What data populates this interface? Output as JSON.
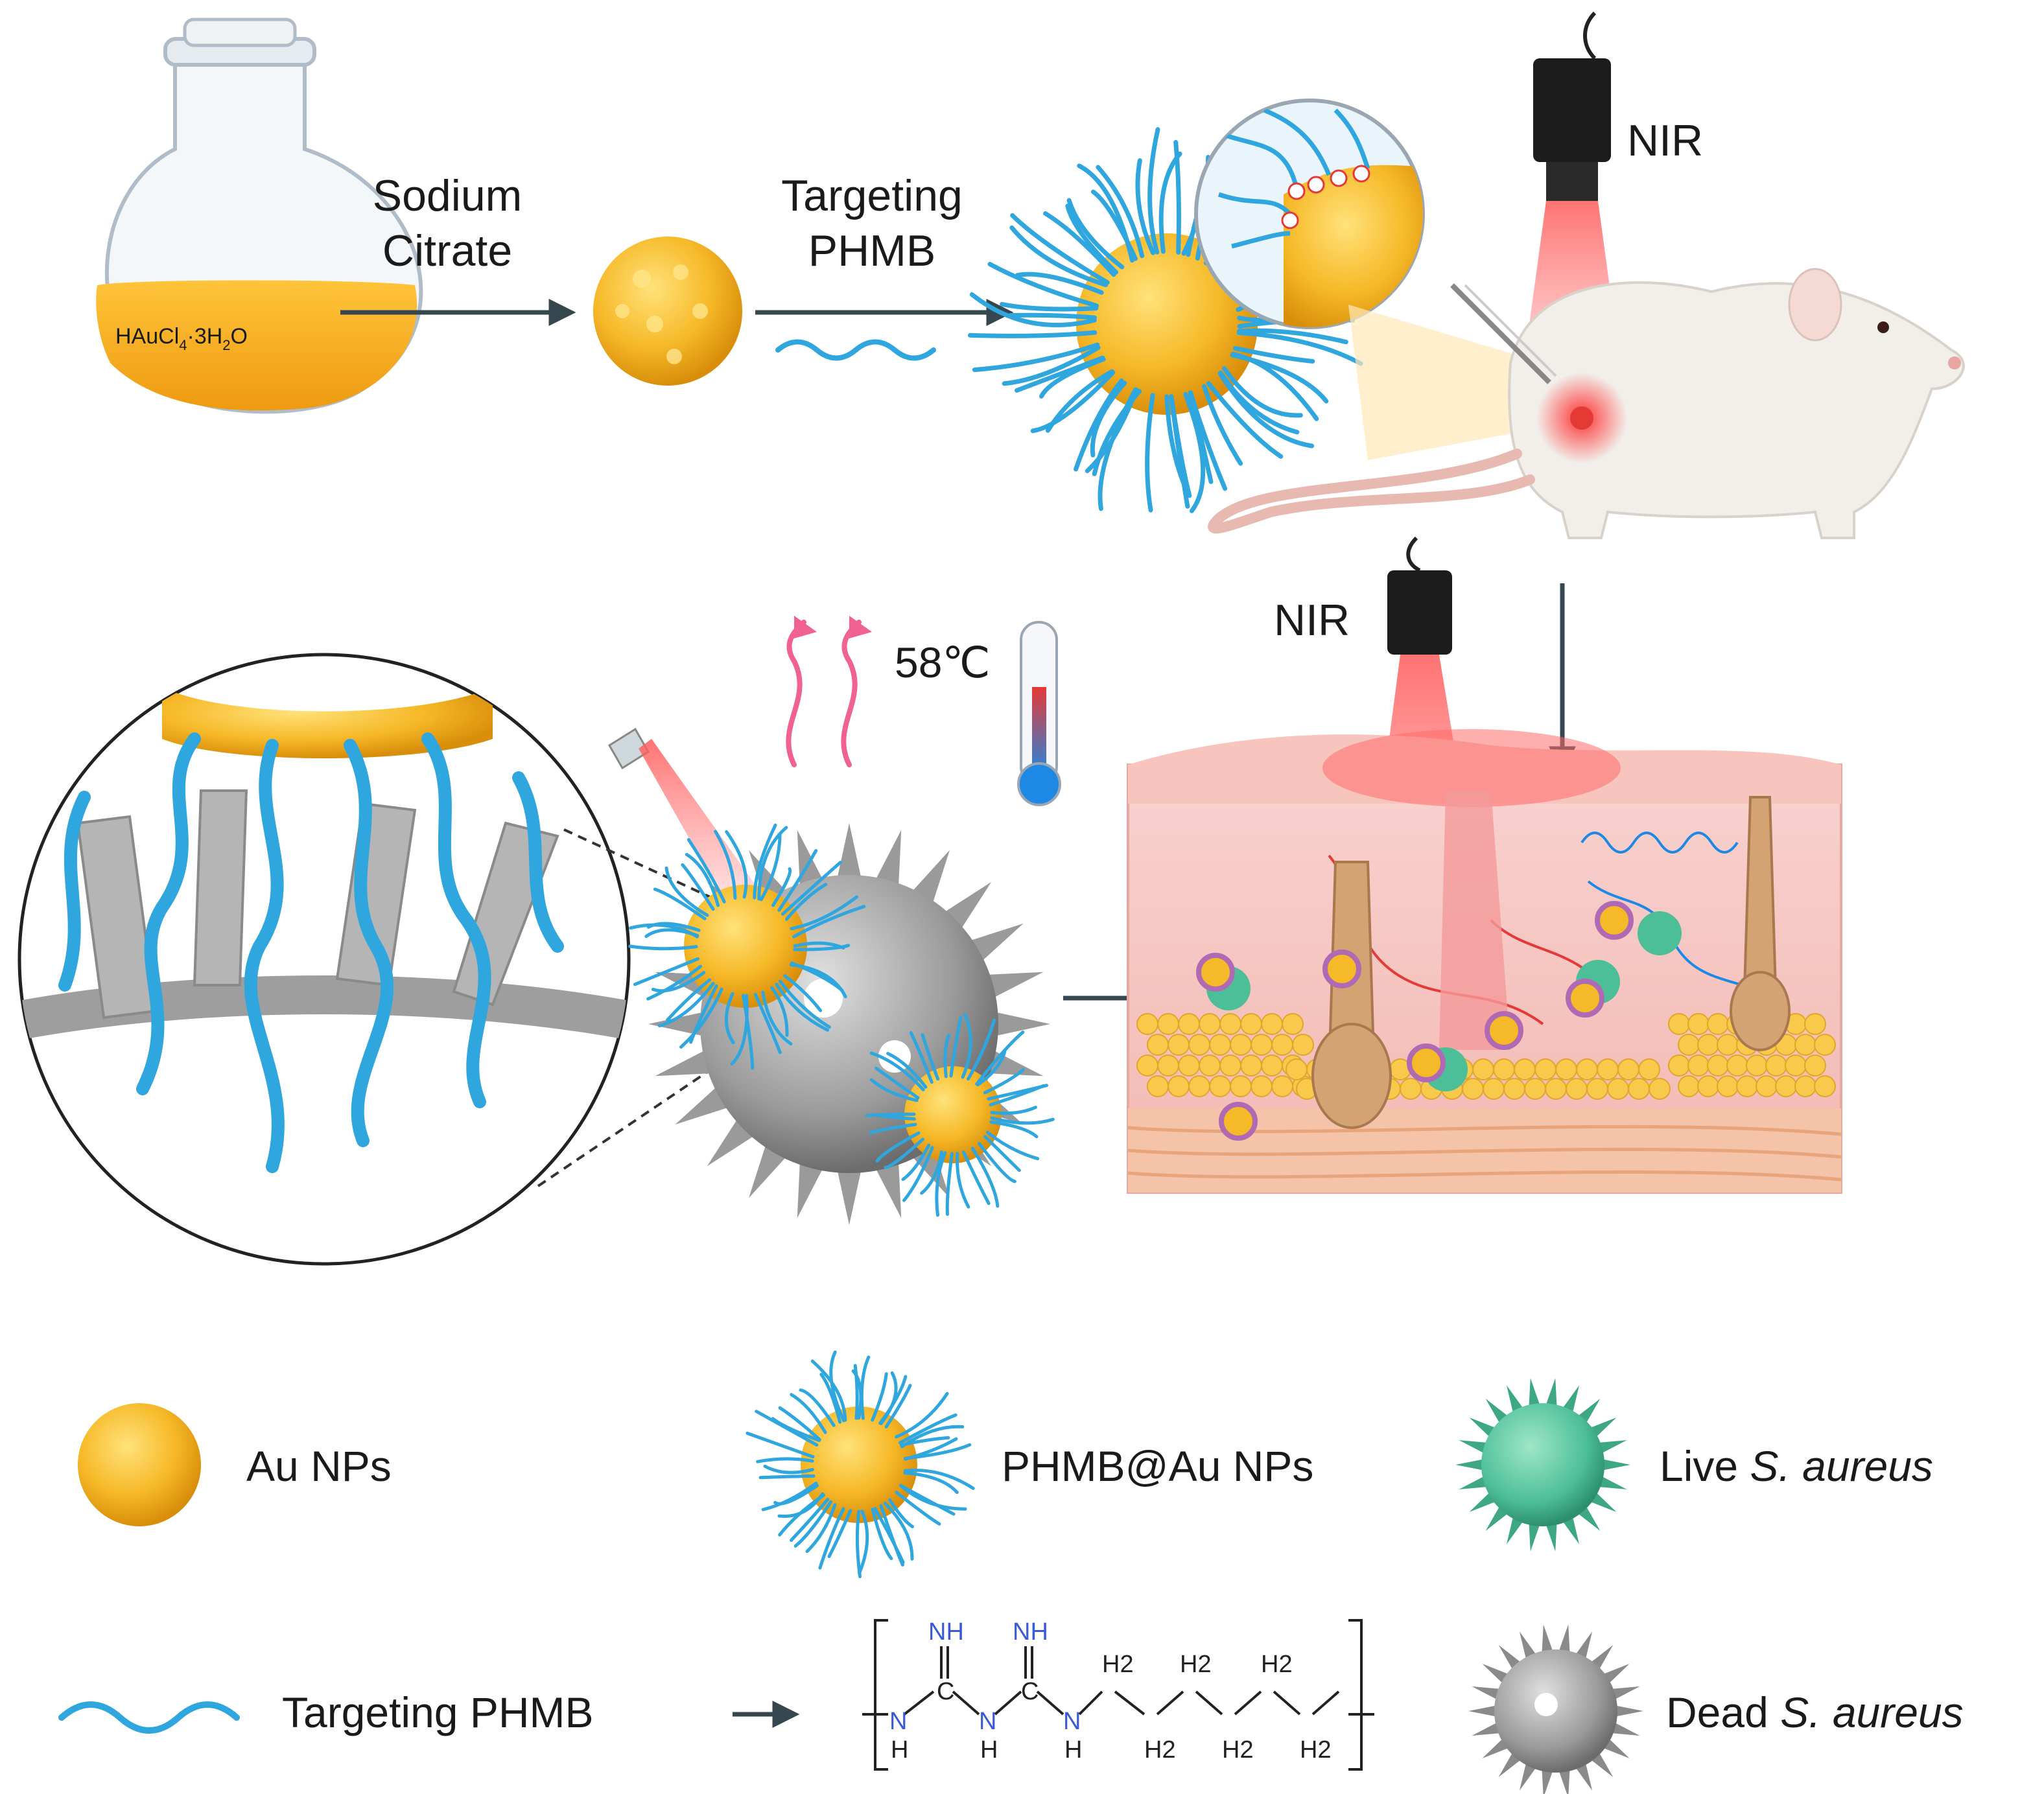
{
  "flask": {
    "label_main": "HAuCl",
    "label_sub4": "4",
    "label_mid": "·3H",
    "label_sub2": "2",
    "label_end": "O"
  },
  "step1": {
    "line1": "Sodium",
    "line2": "Citrate"
  },
  "step2": {
    "line1": "Targeting",
    "line2": "PHMB"
  },
  "nir_top": "NIR",
  "nir_mid": "NIR",
  "temperature": "58℃",
  "legend": {
    "au_nps": "Au NPs",
    "phmb_au_nps": "PHMB@Au NPs",
    "live_prefix": "Live ",
    "live_species": "S. aureus",
    "targeting_phmb": "Targeting PHMB",
    "dead_prefix": "Dead ",
    "dead_species": "S. aureus"
  },
  "formula": {
    "nh": "NH",
    "n": "N",
    "h": "H",
    "c": "C",
    "h2": "H2"
  },
  "colors": {
    "gold": "#f6b928",
    "phmb_blue": "#2fa6de",
    "live_bacteria": "#4cbf98",
    "dead_bacteria": "#9a9a9a",
    "nir_red": "#e53935",
    "arrow": "#37474f"
  }
}
